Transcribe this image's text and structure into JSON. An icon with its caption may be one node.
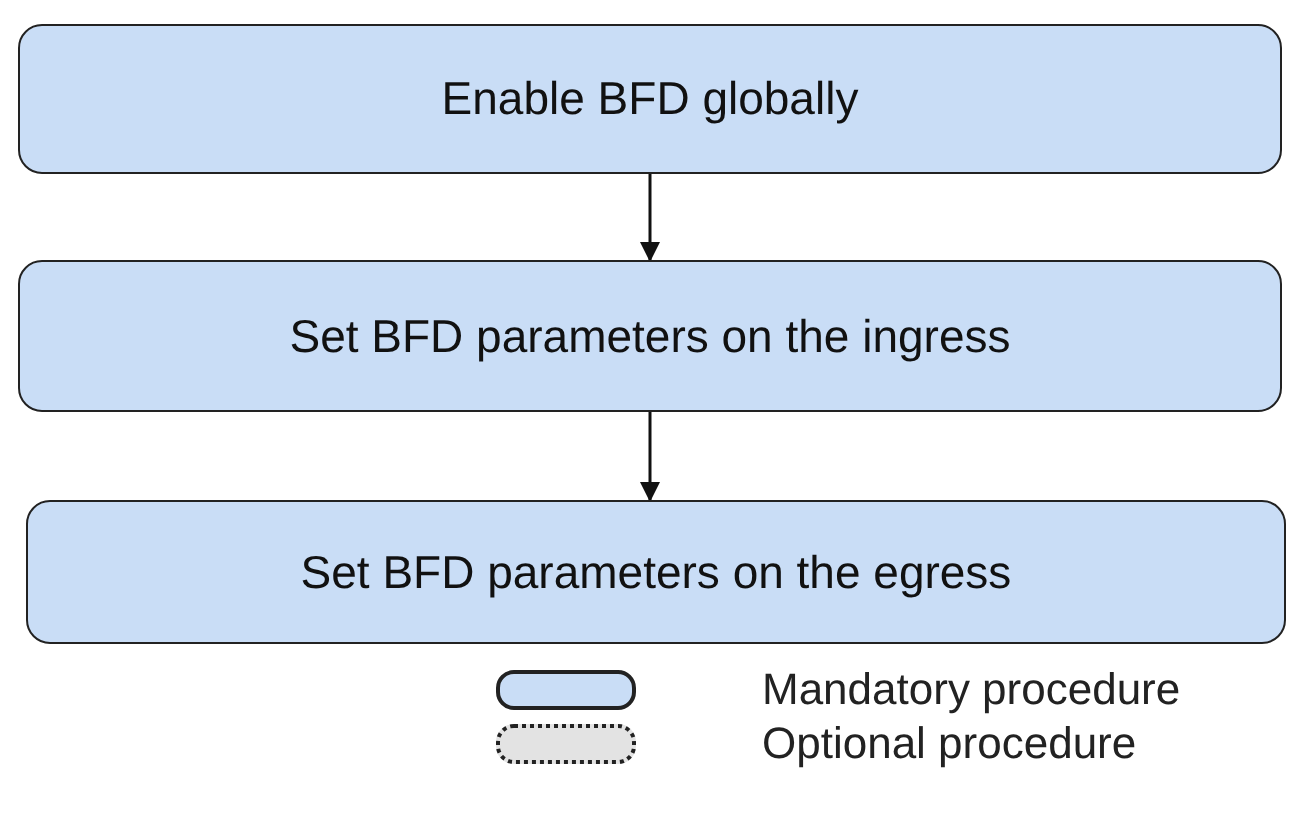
{
  "diagram": {
    "nodes": [
      {
        "text": [
          "Enable BFD globally"
        ]
      },
      {
        "text": [
          "Set BFD parameters on the ingress"
        ]
      },
      {
        "text": [
          "Set BFD parameters on the egress"
        ]
      }
    ],
    "edges": [
      {
        "from": 0,
        "to": 1,
        "arrow": "to"
      },
      {
        "from": 1,
        "to": 2,
        "arrow": "to"
      }
    ],
    "legend": [
      {
        "text": "Mandatory procedure",
        "color": "#c9ddf6"
      },
      {
        "text": "Optional procedure",
        "color": "#e3e3e3"
      }
    ]
  }
}
